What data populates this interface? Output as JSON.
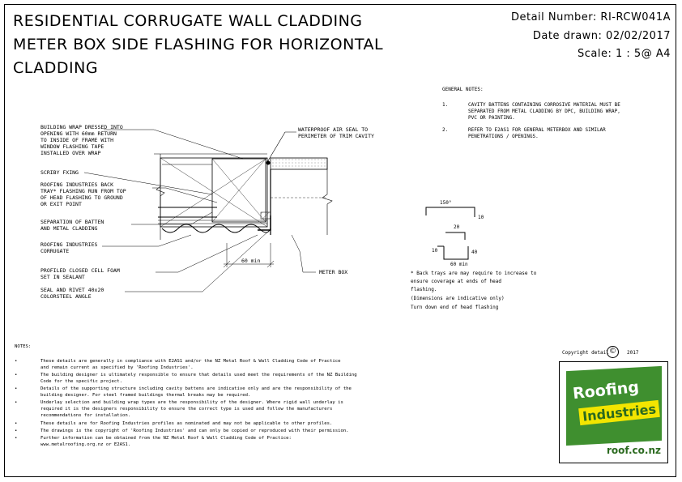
{
  "title": {
    "line1": "RESIDENTIAL CORRUGATE WALL CLADDING",
    "line2": "METER BOX SIDE FLASHING FOR HORIZONTAL",
    "line3": "CLADDING"
  },
  "meta": {
    "detail_number": "Detail Number:  RI-RCW041A",
    "date_drawn": "Date drawn:  02/02/2017",
    "scale": "Scale:   1 : 5@ A4"
  },
  "general_notes": {
    "heading": "GENERAL NOTES:",
    "items": [
      {
        "num": "1.",
        "lines": [
          "CAVITY BATTENS CONTAINING CORROSIVE MATERIAL MUST BE",
          "SEPARATED FROM METAL CLADDING BY DPC, BUILDING WRAP,",
          "PVC OR PAINTING."
        ]
      },
      {
        "num": "2.",
        "lines": [
          "REFER TO E2AS1 FOR GENERAL METERBOX AND SIMILAR",
          "PENETRATIONS / OPENINGS."
        ]
      }
    ]
  },
  "labels": {
    "building_wrap": [
      "BUILDING WRAP DRESSED INTO",
      "OPENING WITH 60mm RETURN",
      "TO INSIDE OF FRAME WITH",
      "WINDOW FLASHING TAPE",
      "INSTALLED OVER WRAP"
    ],
    "scriber_fixing": [
      "SCRIBY FXING"
    ],
    "roofing_back_tray": [
      "ROOFING INDUSTRIES BACK",
      "TRAY* FLASHING RUN FROM TOP",
      "OF HEAD FLASHING TO GROUND",
      "OR EXIT POINT"
    ],
    "separation": [
      "SEPARATION OF BATTEN",
      "AND METAL CLADDING"
    ],
    "corrugate": [
      "ROOFING INDUSTRIES",
      "CORRUGATE"
    ],
    "foam": [
      "PROFILED CLOSED CELL FOAM",
      "SET IN SEALANT"
    ],
    "seal_rivet": [
      "SEAL AND RIVET 40x20",
      "COLORSTEEL ANGLE"
    ],
    "waterproof_seal": [
      "WATERPROOF AIR SEAL TO",
      "PERIMETER OF TRIM CAVITY"
    ],
    "meter_box": [
      "METER BOX"
    ],
    "dim_60": "60 min"
  },
  "flashing_profile": {
    "angle": "150°",
    "d10a": "10",
    "d20": "20",
    "d10b": "10",
    "d40": "40",
    "d60": "60 min",
    "note_lines": [
      "* Back trays are may require to increase to",
      "  ensure coverage at ends of head",
      "  flashing.",
      "  (Dimensions are indicative only)",
      "  Turn down end of head flashing"
    ]
  },
  "notes": {
    "heading": "NOTES:",
    "items": [
      [
        "These details are generally in compliance with E2AS1 and/or the NZ Metal Roof & Wall Cladding Code of Practice",
        "and remain current as specified by 'Roofing Industries'."
      ],
      [
        "The building designer is ultimately responsible to ensure that details used meet the requirements of the NZ Building",
        "Code for the specific project."
      ],
      [
        "Details of the supporting structure including cavity battens are indicative only and are the responsibility of the",
        "building designer. For steel framed buildings thermal breaks may be required."
      ],
      [
        "Underlay selection and building wrap types are the responsibility of the designer. Where rigid wall underlay is",
        "required it is the designers responsibility to ensure the correct type is used and follow the manufacturers",
        "recommendations for installation."
      ],
      [
        "These details are for Roofing Industries profiles as nominated and may not be applicable to other profiles."
      ],
      [
        "The drawings is the copyright of 'Roofing Industries' and can only be copied or reproduced with their permission."
      ],
      [
        "Further information can be obtained from the NZ Metal Roof & Wall Cladding Code of Practice:",
        "www.metalroofing.org.nz or E2AS1."
      ]
    ]
  },
  "copyright": {
    "text": "Copyright detail",
    "symbol": "©",
    "year": "2017"
  },
  "logo": {
    "line1": "Roofing",
    "line2": "Industries",
    "url": "roof.co.nz",
    "green": "#3f8f2f",
    "yellow": "#f2e500"
  }
}
